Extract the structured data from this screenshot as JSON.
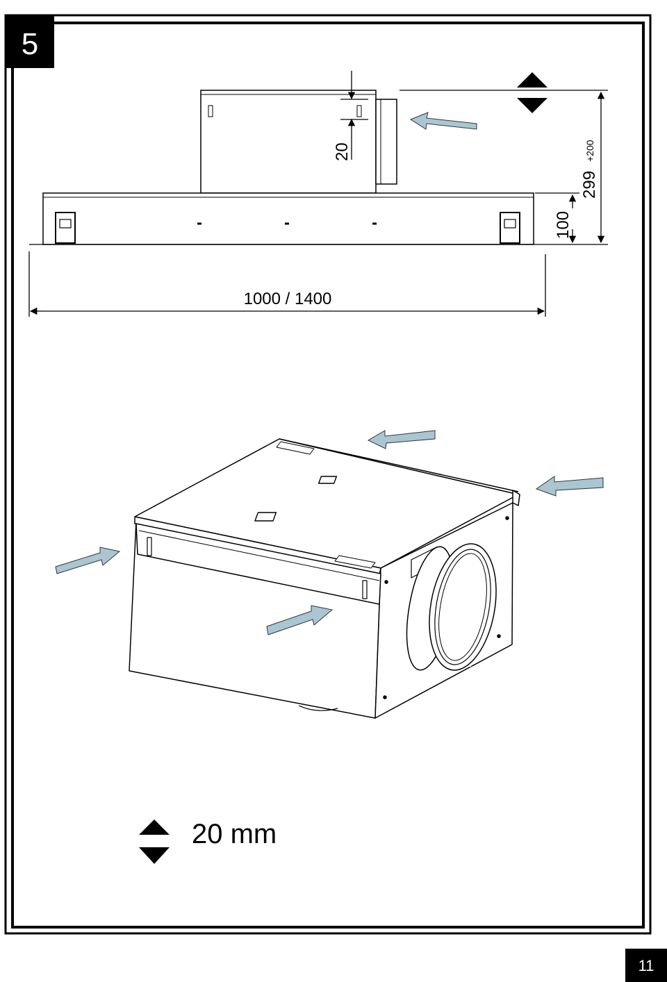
{
  "step": {
    "number": "5"
  },
  "top_view": {
    "dims": {
      "clearance": "20",
      "width": "1000 / 1400",
      "height_base": "100",
      "height_total": "299",
      "height_extra": "+200"
    }
  },
  "legend": {
    "text": "20 mm",
    "icon": "up-down-adjust-icon"
  },
  "page": {
    "number": "11"
  },
  "colors": {
    "airflow_arrow": "#a9c6d2",
    "frame": "#000000",
    "badge": "#000000"
  }
}
